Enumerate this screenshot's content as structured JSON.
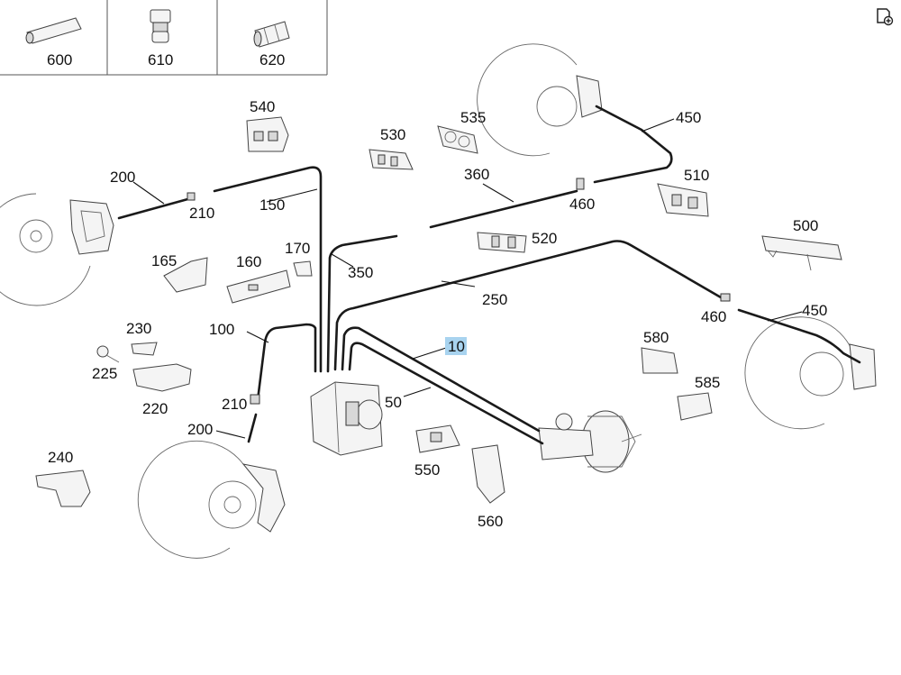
{
  "toolbar": {
    "icon": "page-add-icon"
  },
  "callouts": {
    "p10": "10",
    "p50": "50",
    "p100": "100",
    "p150": "150",
    "p160": "160",
    "p165": "165",
    "p170": "170",
    "p200a": "200",
    "p200b": "200",
    "p210a": "210",
    "p210b": "210",
    "p220": "220",
    "p225": "225",
    "p230": "230",
    "p240": "240",
    "p250": "250",
    "p350": "350",
    "p360": "360",
    "p450a": "450",
    "p450b": "450",
    "p460a": "460",
    "p460b": "460",
    "p500": "500",
    "p510": "510",
    "p520": "520",
    "p530": "530",
    "p535": "535",
    "p540": "540",
    "p550": "550",
    "p560": "560",
    "p580": "580",
    "p585": "585",
    "p600": "600",
    "p610": "610",
    "p620": "620"
  },
  "selected_callout": "10",
  "colors": {
    "highlight": "#a8d3ef",
    "line": "#1a1a1a"
  }
}
